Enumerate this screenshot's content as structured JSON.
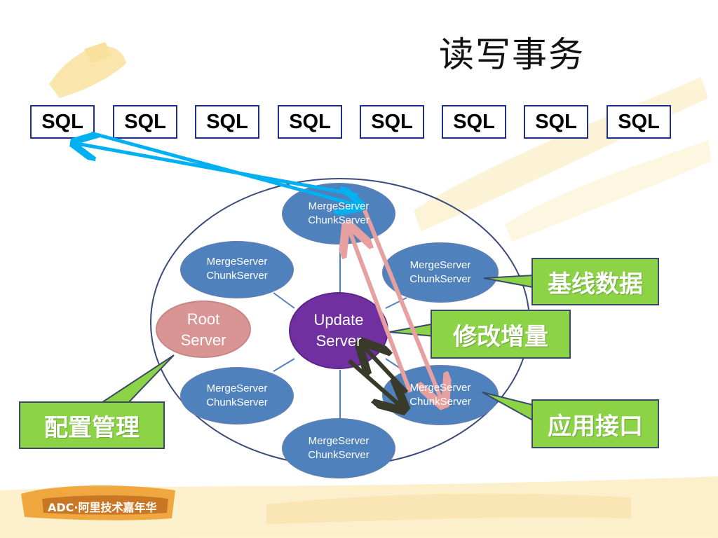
{
  "title": "读写事务",
  "sql_boxes": [
    "SQL",
    "SQL",
    "SQL",
    "SQL",
    "SQL",
    "SQL",
    "SQL",
    "SQL"
  ],
  "nodes": {
    "top": {
      "line1": "MergeServer",
      "line2": "ChunkServer"
    },
    "upper_left": {
      "line1": "MergeServer",
      "line2": "ChunkServer"
    },
    "upper_right": {
      "line1": "MergeServer",
      "line2": "ChunkServer"
    },
    "lower_left": {
      "line1": "MergeServer",
      "line2": "ChunkServer"
    },
    "lower_right": {
      "line1": "MergeServer",
      "line2": "ChunkServer"
    },
    "bottom": {
      "line1": "MergeServer",
      "line2": "ChunkServer"
    },
    "root": {
      "line1": "Root",
      "line2": "Server"
    },
    "update": {
      "line1": "Update",
      "line2": "Server"
    }
  },
  "callouts": {
    "baseline": "基线数据",
    "delta": "修改增量",
    "config": "配置管理",
    "app_api": "应用接口"
  },
  "logo": {
    "text": "ADC·阿里技术嘉年华"
  },
  "colors": {
    "node_blue": "#4f81bd",
    "root_pink": "#d99594",
    "update_purple": "#7030a0",
    "callout_green": "#8cd446",
    "arrow_cyan": "#00b0f0",
    "arrow_pink": "#e6a0a0",
    "arrow_dark": "#3a3a2a"
  }
}
